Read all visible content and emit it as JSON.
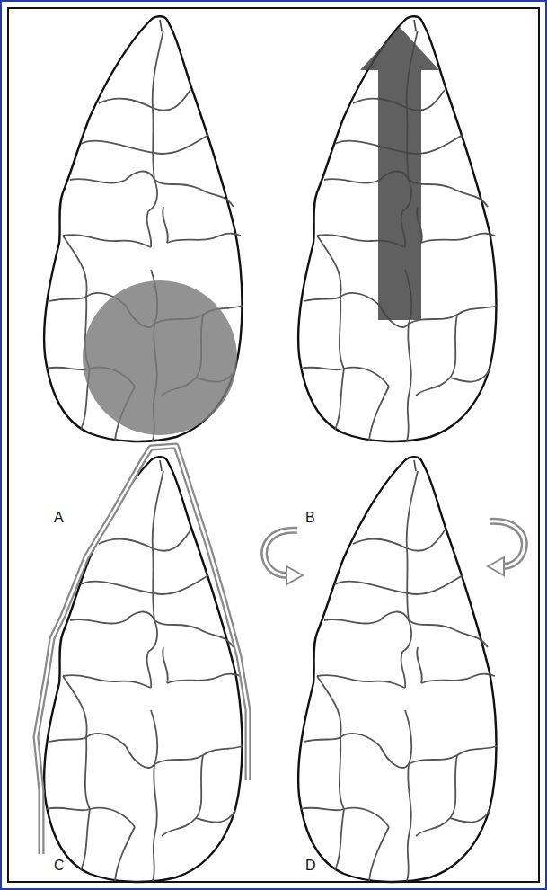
{
  "diagram": {
    "labels": [
      "A",
      "B",
      "C",
      "D"
    ]
  }
}
